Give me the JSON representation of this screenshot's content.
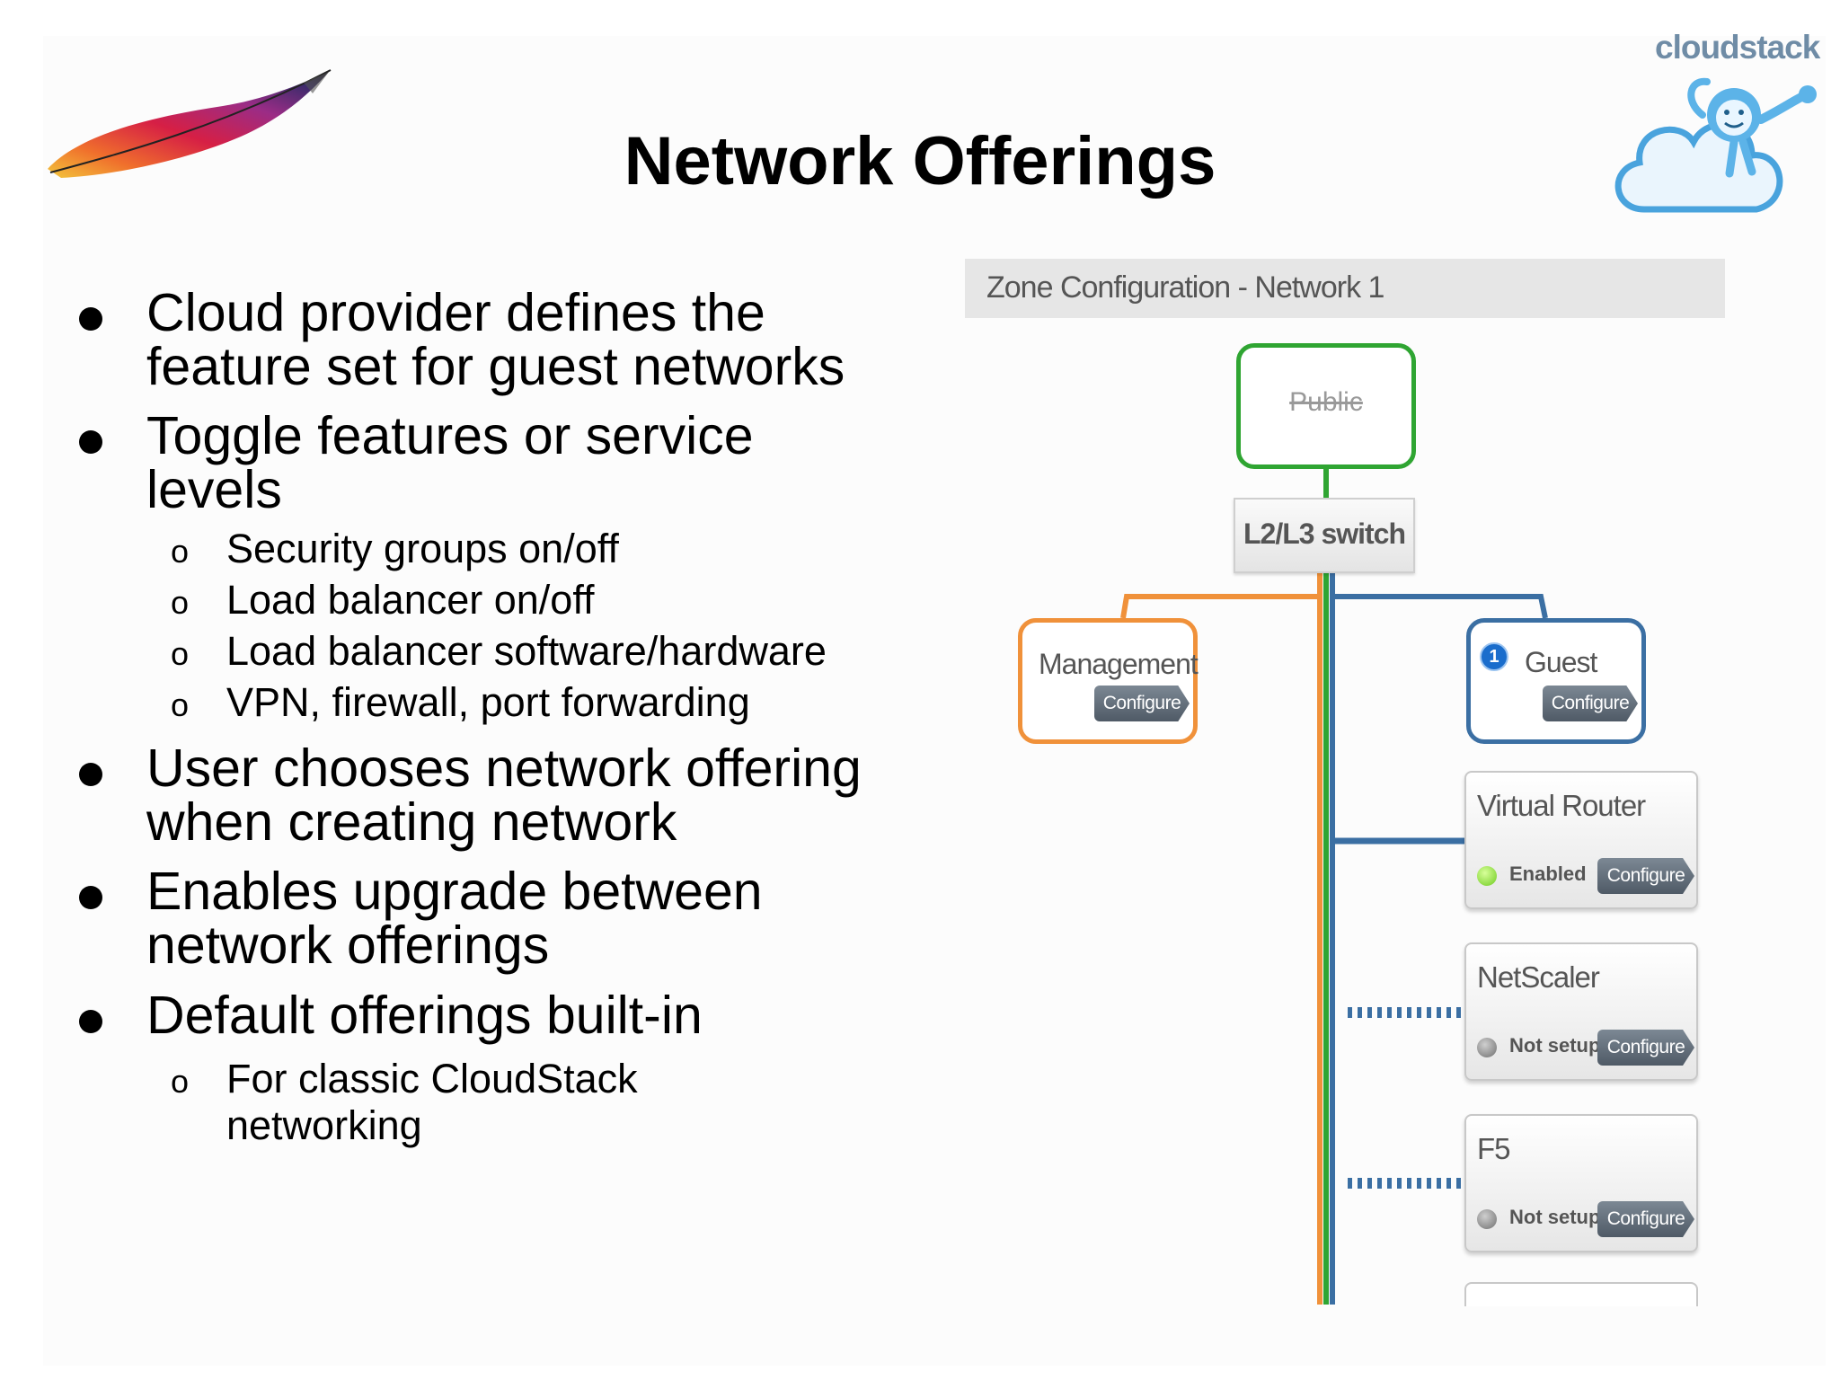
{
  "slide": {
    "title": "Network Offerings",
    "logo_text": "cloudstack"
  },
  "bullets": [
    {
      "text": "Cloud provider defines the\nfeature set for guest networks",
      "sub": []
    },
    {
      "text": "Toggle features or service\nlevels",
      "sub": [
        "Security groups on/off",
        "Load balancer on/off",
        "Load balancer software/hardware",
        "VPN, firewall, port forwarding"
      ]
    },
    {
      "text": "User chooses network offering\nwhen creating network",
      "sub": []
    },
    {
      "text": "Enables upgrade between\nnetwork offerings",
      "sub": []
    },
    {
      "text": "Default offerings built-in",
      "sub": [
        "For classic CloudStack\nnetworking"
      ]
    }
  ],
  "zone": {
    "header": "Zone Configuration - Network 1",
    "public_label": "Public",
    "switch_label": "L2/L3 switch",
    "management": {
      "label": "Management",
      "button": "Configure"
    },
    "guest": {
      "label": "Guest",
      "button": "Configure",
      "badge": "1"
    },
    "providers": [
      {
        "name": "Virtual Router",
        "status": "Enabled",
        "button": "Configure"
      },
      {
        "name": "NetScaler",
        "status": "Not setup",
        "button": "Configure"
      },
      {
        "name": "F5",
        "status": "Not setup",
        "button": "Configure"
      }
    ],
    "colors": {
      "public": "#2fa532",
      "management": "#f0913a",
      "guest": "#3b6fa3",
      "storage": "#f0913a"
    }
  }
}
